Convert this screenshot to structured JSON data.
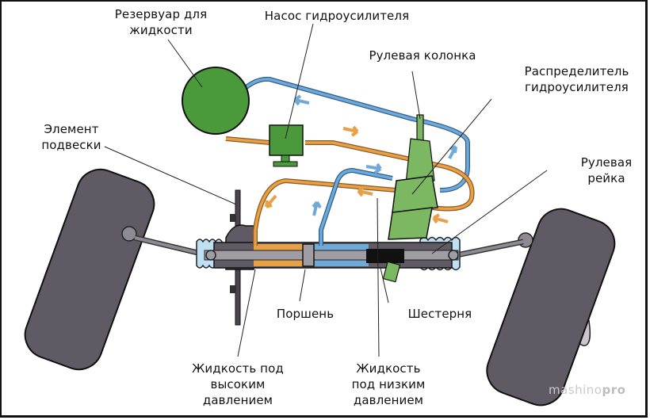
{
  "labels": {
    "reservoir": "Резервуар для\nжидкости",
    "pump": "Насос гидроусилителя",
    "steering_column": "Рулевая колонка",
    "distributor": "Распределитель\nгидроусилителя",
    "suspension": "Элемент\nподвески",
    "rack": "Рулевая\nрейка",
    "piston": "Поршень",
    "pinion": "Шестерня",
    "high_pressure": "Жидкость под\nвысоким\nдавлением",
    "low_pressure": "Жидкость\nпод низким\nдавлением"
  },
  "watermark": {
    "prefix": "mashino",
    "suffix": "pro"
  },
  "colors": {
    "green": "#4a9a3c",
    "light_green": "#7cb861",
    "blue_line": "#6fa9d8",
    "orange_line": "#e8a046",
    "gray_dark": "#5f5a63",
    "gray_light": "#a09ca3",
    "boot_blue": "#bfe0f3"
  }
}
